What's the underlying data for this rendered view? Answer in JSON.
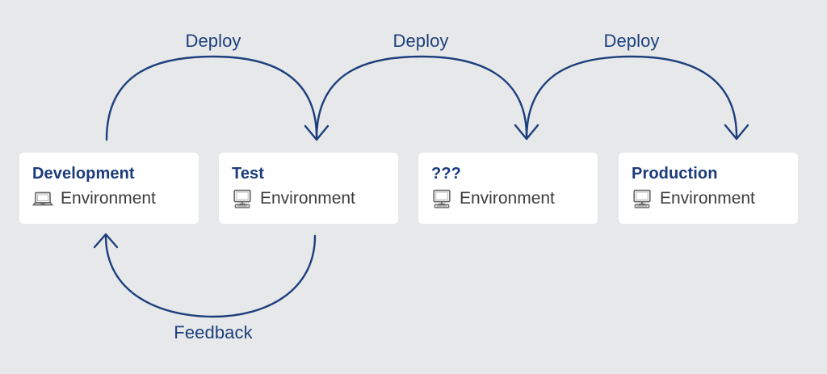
{
  "diagram": {
    "title": "Deployment environments flow",
    "background_color": "#e6e8ea",
    "accent_color": "#1d3f7c",
    "card_title_color": "#1b3b7b",
    "card_text_color": "#3c3c3c",
    "card_background": "#ffffff"
  },
  "cards": [
    {
      "title": "Development",
      "subtitle": "Environment",
      "icon": "laptop-icon"
    },
    {
      "title": "Test",
      "subtitle": "Environment",
      "icon": "desktop-computer-icon"
    },
    {
      "title": "???",
      "subtitle": "Environment",
      "icon": "desktop-computer-icon"
    },
    {
      "title": "Production",
      "subtitle": "Environment",
      "icon": "desktop-computer-icon"
    }
  ],
  "flows": [
    {
      "label": "Deploy",
      "from": "Development",
      "to": "Test",
      "direction": "forward"
    },
    {
      "label": "Deploy",
      "from": "Test",
      "to": "???",
      "direction": "forward"
    },
    {
      "label": "Deploy",
      "from": "???",
      "to": "Production",
      "direction": "forward"
    },
    {
      "label": "Feedback",
      "from": "Test",
      "to": "Development",
      "direction": "backward"
    }
  ]
}
